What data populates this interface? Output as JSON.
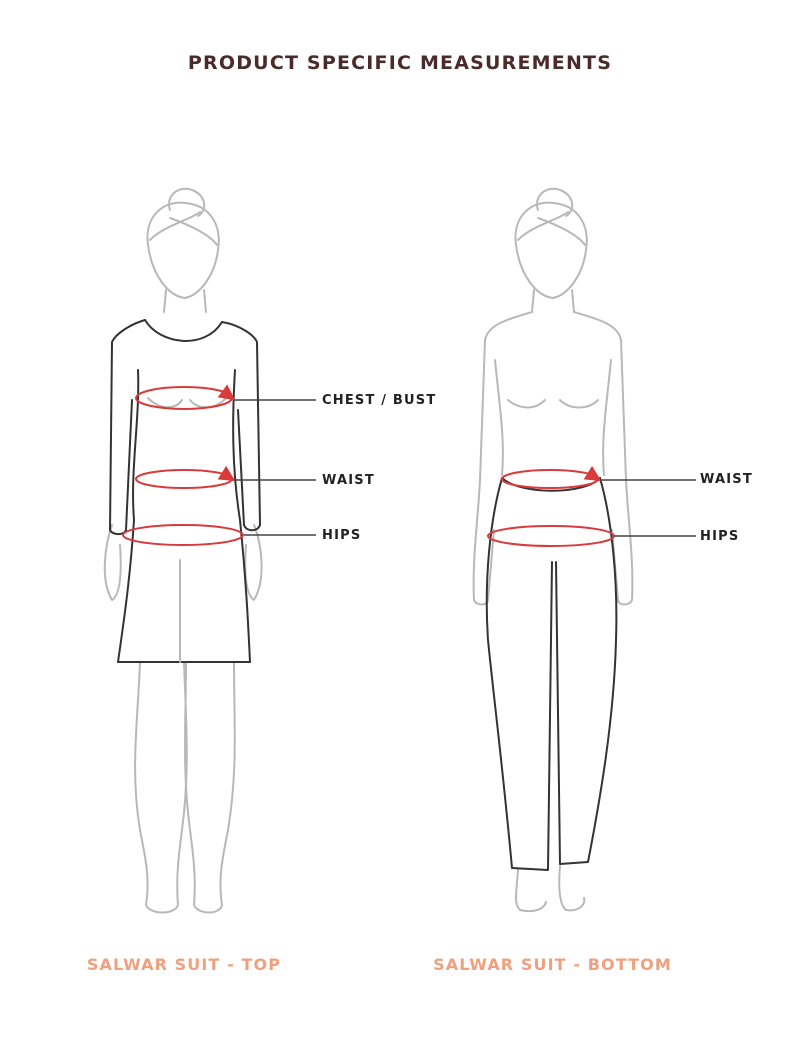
{
  "title": "PRODUCT SPECIFIC MEASUREMENTS",
  "colors": {
    "title": "#4a2a2a",
    "caption": "#f0a07e",
    "measure_ring": "#d93a3a",
    "body_outline": "#b8b8b8",
    "garment_outline": "#333333",
    "leader_line": "#444444"
  },
  "figures": [
    {
      "caption": "SALWAR SUIT - TOP",
      "labels": {
        "chest": "CHEST / BUST",
        "waist": "WAIST",
        "hips": "HIPS"
      }
    },
    {
      "caption": "SALWAR SUIT - BOTTOM",
      "labels": {
        "waist": "WAIST",
        "hips": "HIPS"
      }
    }
  ]
}
